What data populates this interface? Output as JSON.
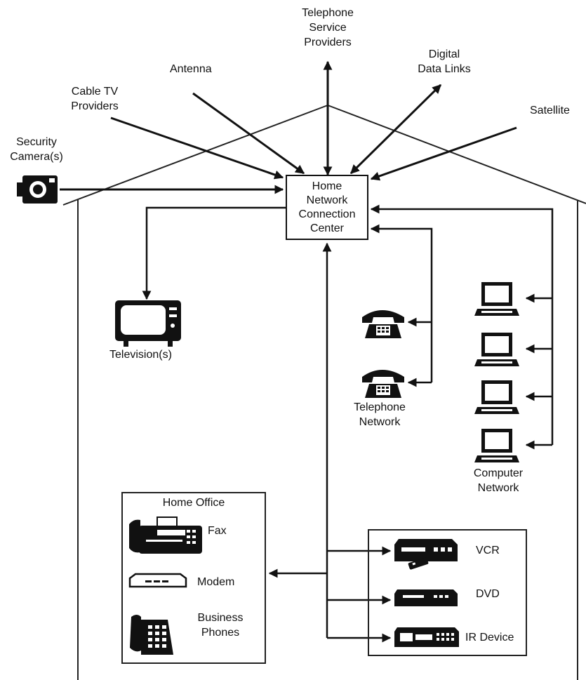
{
  "hub": {
    "label": "Home\nNetwork\nConnection\nCenter"
  },
  "external": {
    "telephone_providers": "Telephone\nService\nProviders",
    "digital_data_links": "Digital\nData Links",
    "antenna": "Antenna",
    "cable_tv": "Cable TV\nProviders",
    "satellite": "Satellite",
    "security_cameras": "Security\nCamera(s)"
  },
  "devices": {
    "televisions": "Television(s)",
    "telephone_network": "Telephone\nNetwork",
    "computer_network": "Computer\nNetwork"
  },
  "home_office": {
    "title": "Home Office",
    "fax": "Fax",
    "modem": "Modem",
    "business_phones": "Business\nPhones"
  },
  "av": {
    "vcr": "VCR",
    "dvd": "DVD",
    "ir_device": "IR Device"
  },
  "icons": [
    "camera-icon",
    "television-icon",
    "telephone-icon",
    "computer-icon",
    "fax-icon",
    "modem-icon",
    "business-phone-icon",
    "vcr-icon",
    "dvd-icon",
    "ir-device-icon"
  ]
}
